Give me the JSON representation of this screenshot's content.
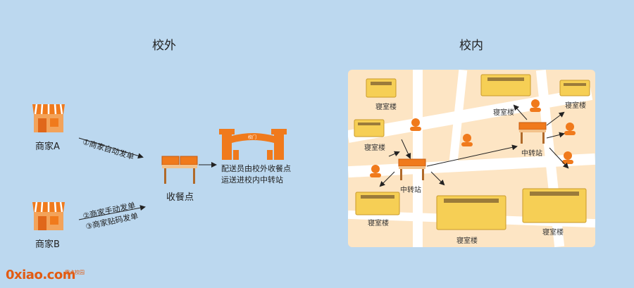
{
  "titles": {
    "outside": "校外",
    "inside": "校内"
  },
  "merchants": {
    "a": "商家A",
    "b": "商家B"
  },
  "flows": {
    "auto_order": "①商家自动发单",
    "manual_order": "②商家手动发单",
    "code_order": "③商家贴码发单"
  },
  "pickup_point": "收餐点",
  "school_gate_sign": "校门",
  "courier_note": {
    "line1": "配送员由校外收餐点",
    "line2": "运送进校内中转站"
  },
  "campus": {
    "dorm": "寝室楼",
    "hub": "中转站"
  },
  "logo": {
    "main": "0xiao.com",
    "sub": "零点校园"
  },
  "colors": {
    "orange": "#f07a1c",
    "road": "#ffffff",
    "campus_bg": "#fde5c4",
    "bg": "#bcd8ef"
  }
}
